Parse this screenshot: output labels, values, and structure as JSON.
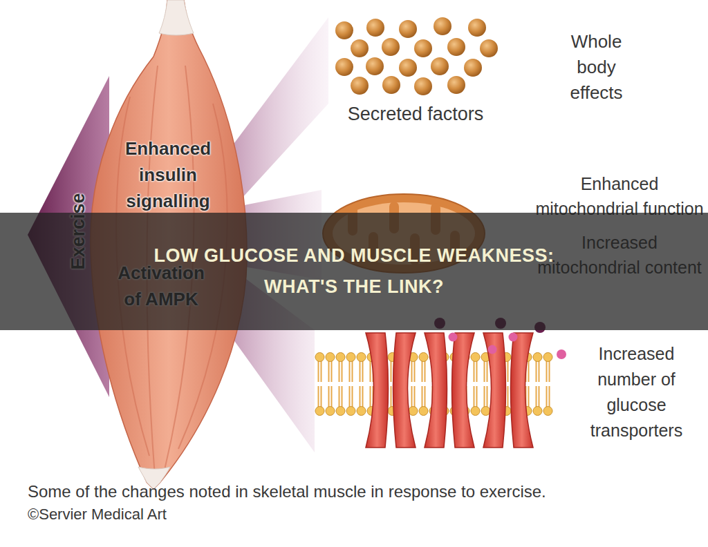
{
  "diagram": {
    "title": "LOW GLUCOSE AND MUSCLE WEAKNESS: WHAT'S THE LINK?",
    "caption": "Some of the changes noted in skeletal muscle in response to exercise.",
    "nodes": [
      {
        "text": [
          "Enhanced insulin signalling",
          "Activation of AMPK"
        ]
      }
    ],
    "labels": [
      "Exercise",
      "Secreted factors",
      "Whole body effects",
      "Enhanced mitochondrial function",
      "Increased mitochondrial content",
      "Increased number of glucose transporters",
      "©Servier Medical Art"
    ]
  }
}
